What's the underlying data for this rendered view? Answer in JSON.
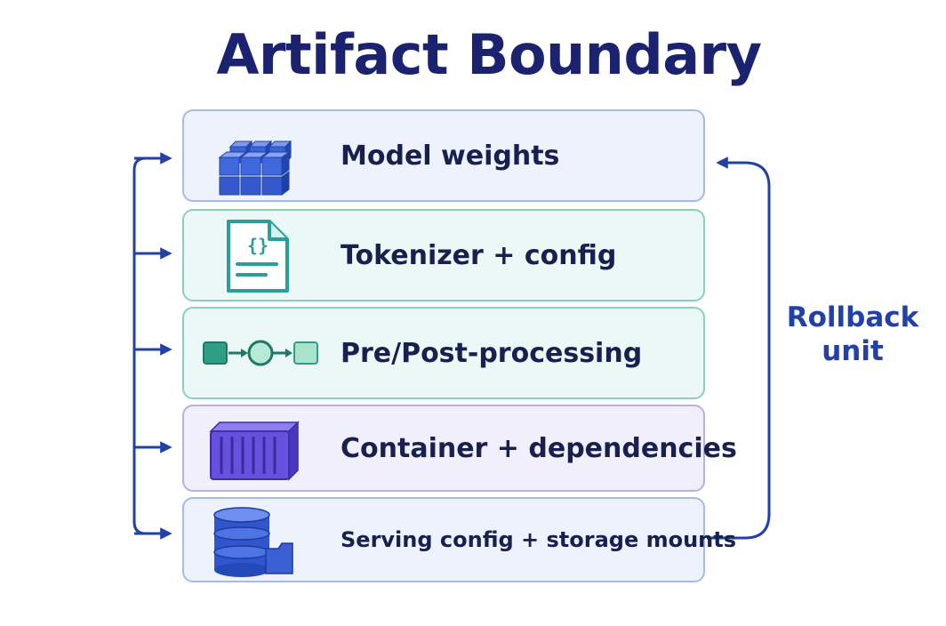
{
  "title": "Artifact Boundary",
  "layers": [
    {
      "label": "Model weights",
      "icon": "cubes-icon"
    },
    {
      "label": "Tokenizer + config",
      "icon": "config-file-icon"
    },
    {
      "label": "Pre/Post-processing",
      "icon": "pipeline-icon"
    },
    {
      "label": "Container + dependencies",
      "icon": "shipping-container-icon"
    },
    {
      "label": "Serving config + storage mounts",
      "icon": "database-storage-icon"
    }
  ],
  "rollback_label": {
    "line1": "Rollback",
    "line2": "unit"
  },
  "colors": {
    "title": "#1b2370",
    "arrow": "#2140a8",
    "layer_blue_bg": "#eef2fd",
    "layer_blue_border": "#a7b8ea",
    "layer_teal_bg": "#ecf8f5",
    "layer_teal_border": "#88cfc2",
    "layer_purple_bg": "#f1effc",
    "layer_purple_border": "#b7b0e6"
  }
}
